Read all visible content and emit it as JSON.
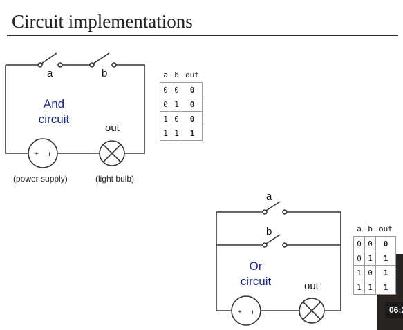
{
  "slide": {
    "title": "Circuit implementations"
  },
  "and_circuit": {
    "switch_a_label": "a",
    "switch_b_label": "b",
    "circuit_name_line1": "And",
    "circuit_name_line2": "circuit",
    "out_label": "out",
    "power_supply_caption": "(power supply)",
    "light_bulb_caption": "(light bulb)",
    "supply_plus": "+",
    "supply_minus": "ı"
  },
  "and_table": {
    "headers": [
      "a",
      "b",
      "out"
    ],
    "rows": [
      [
        "0",
        "0",
        "0"
      ],
      [
        "0",
        "1",
        "0"
      ],
      [
        "1",
        "0",
        "0"
      ],
      [
        "1",
        "1",
        "1"
      ]
    ]
  },
  "or_circuit": {
    "switch_a_label": "a",
    "switch_b_label": "b",
    "circuit_name_line1": "Or",
    "circuit_name_line2": "circuit",
    "out_label": "out",
    "supply_plus": "+",
    "supply_minus": "ı"
  },
  "or_table": {
    "headers": [
      "a",
      "b",
      "out"
    ],
    "rows": [
      [
        "0",
        "0",
        "0"
      ],
      [
        "0",
        "1",
        "1"
      ],
      [
        "1",
        "0",
        "1"
      ],
      [
        "1",
        "1",
        "1"
      ]
    ]
  },
  "video": {
    "timestamp": "06:2"
  },
  "colors": {
    "accent_text": "#1a2a8c",
    "line": "#333333"
  }
}
